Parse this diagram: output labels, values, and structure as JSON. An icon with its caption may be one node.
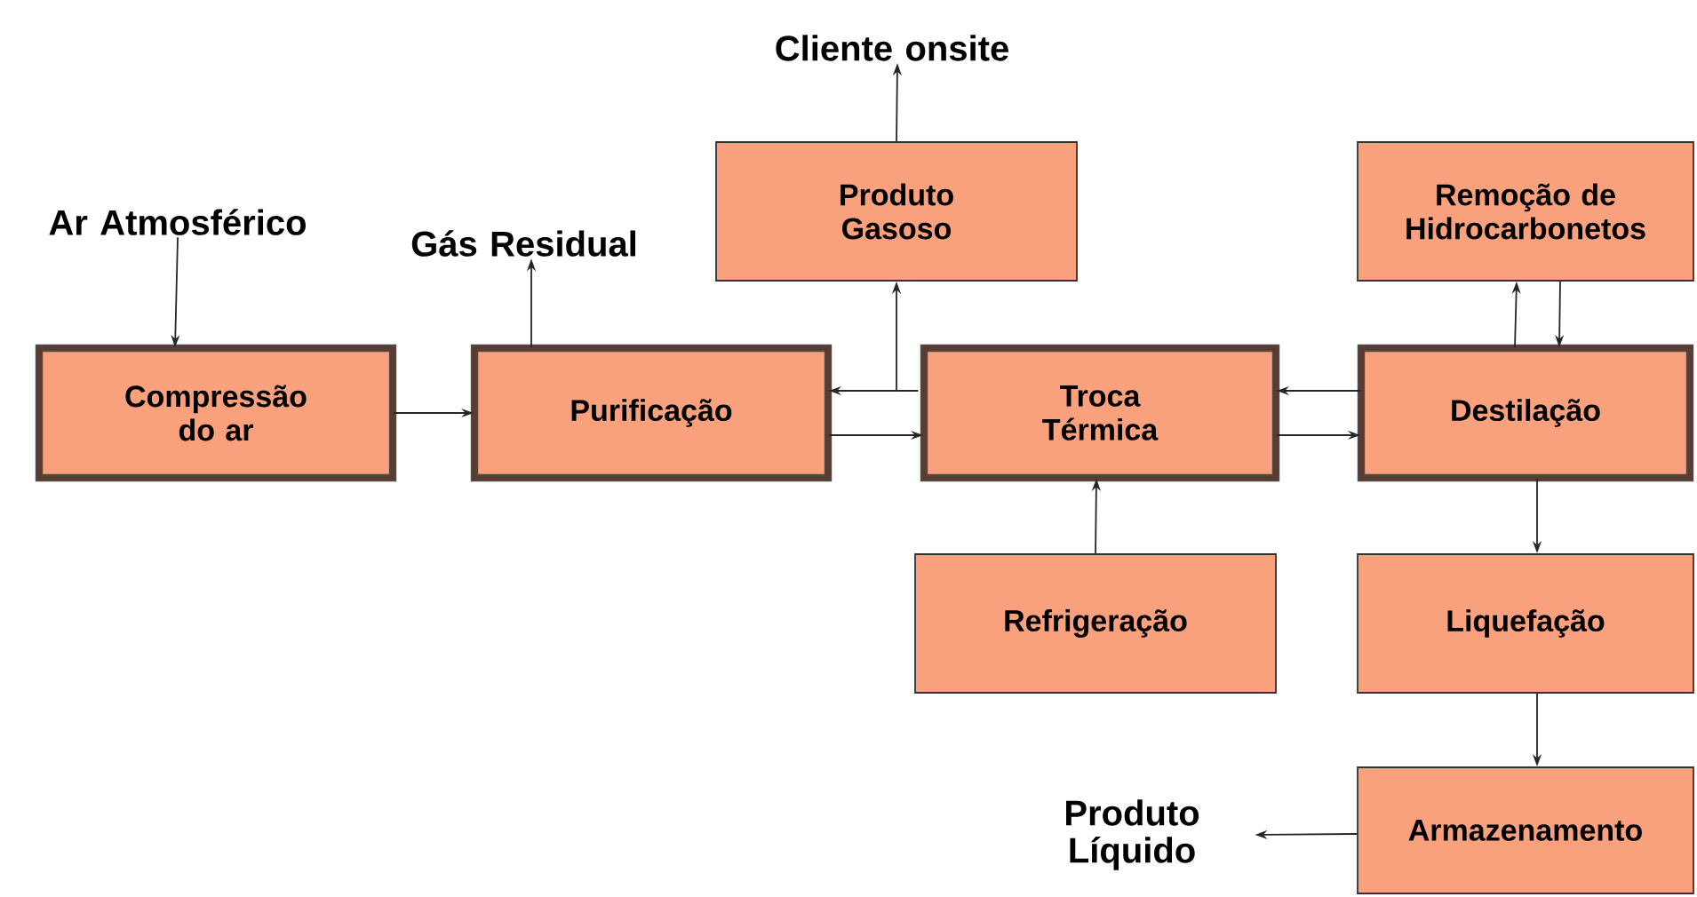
{
  "diagram": {
    "nodes": [
      {
        "text": [
          "Ar Atmosférico"
        ]
      },
      {
        "text": [
          "Gás Residual"
        ]
      },
      {
        "text": [
          "Cliente onsite"
        ]
      },
      {
        "text": [
          "Compressão do ar"
        ]
      },
      {
        "text": [
          "Purificação"
        ]
      },
      {
        "text": [
          "Produto Gasoso"
        ]
      },
      {
        "text": [
          "Remoção de Hidrocarbonetos"
        ]
      },
      {
        "text": [
          "Troca Térmica"
        ]
      },
      {
        "text": [
          "Destilação"
        ]
      },
      {
        "text": [
          "Refrigeração"
        ]
      },
      {
        "text": [
          "Liquefação"
        ]
      },
      {
        "text": [
          "Produto Líquido"
        ]
      },
      {
        "text": [
          "Armazenamento"
        ]
      }
    ],
    "edges": [
      {
        "from": 0,
        "to": 3,
        "arrow": "to"
      },
      {
        "from": 3,
        "to": 4,
        "arrow": "to"
      },
      {
        "from": 4,
        "to": 1,
        "arrow": "to"
      },
      {
        "from": 5,
        "to": 2,
        "arrow": "to"
      },
      {
        "from": 4,
        "to": 7,
        "arrow": "to"
      },
      {
        "from": 7,
        "to": 4,
        "arrow": "to"
      },
      {
        "from": 7,
        "to": 5,
        "arrow": "to"
      },
      {
        "from": 7,
        "to": 8,
        "arrow": "to"
      },
      {
        "from": 8,
        "to": 7,
        "arrow": "to"
      },
      {
        "from": 8,
        "to": 6,
        "arrow": "to"
      },
      {
        "from": 6,
        "to": 8,
        "arrow": "to"
      },
      {
        "from": 9,
        "to": 7,
        "arrow": "to"
      },
      {
        "from": 8,
        "to": 10,
        "arrow": "to"
      },
      {
        "from": 10,
        "to": 12,
        "arrow": "to"
      },
      {
        "from": 12,
        "to": 11,
        "arrow": "to"
      }
    ]
  }
}
